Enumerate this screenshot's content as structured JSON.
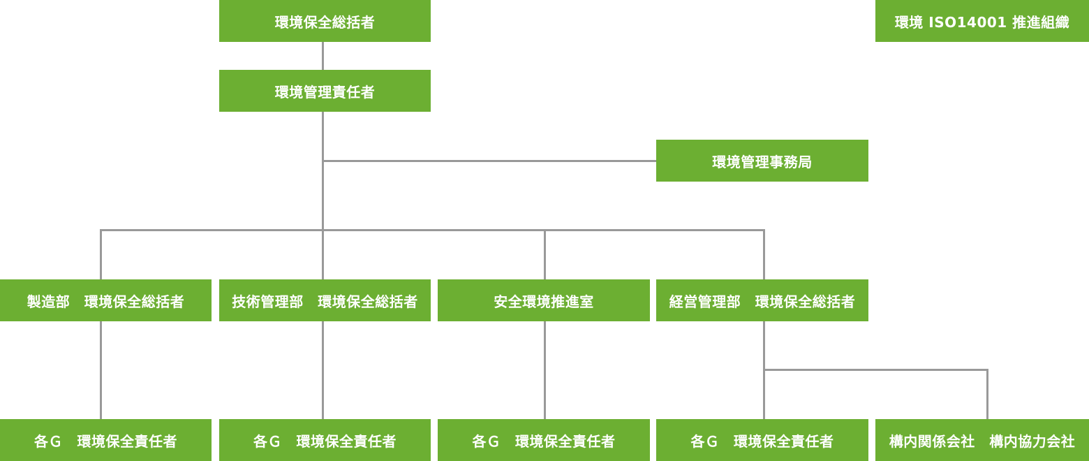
{
  "colors": {
    "box_fill": "#6caf32",
    "box_text": "#ffffff",
    "connector": "#999999"
  },
  "title": "環境 ISO14001 推進組織",
  "nodes": {
    "general_manager": "環境保全総括者",
    "env_manager": "環境管理責任者",
    "secretariat": "環境管理事務局",
    "dept_manufacturing": "製造部　環境保全総括者",
    "dept_engineering": "技術管理部　環境保全総括者",
    "dept_safety": "安全環境推進室",
    "dept_business": "経営管理部　環境保全総括者",
    "group_manufacturing": "各Ｇ　環境保全責任者",
    "group_engineering": "各Ｇ　環境保全責任者",
    "group_safety": "各Ｇ　環境保全責任者",
    "group_business": "各Ｇ　環境保全責任者",
    "partners": "構内関係会社　構内協力会社"
  }
}
